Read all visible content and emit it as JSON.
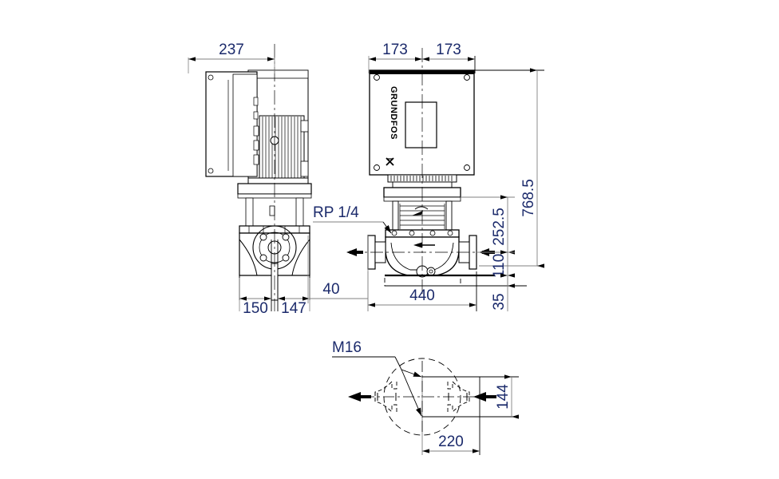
{
  "drawing": {
    "title": "Grundfos inline pump outline dimension drawing",
    "units": "mm",
    "text_color": "#1b2a6b",
    "line_color": "#000000",
    "thin_line_color": "#808080",
    "background": "#ffffff",
    "brand": "GRUNDFOS"
  },
  "views": {
    "side": {
      "name": "side-view",
      "label": ""
    },
    "front": {
      "name": "front-view",
      "label": ""
    },
    "detail": {
      "name": "base-detail-view",
      "label": ""
    }
  },
  "dimensions": {
    "side_top_width": "237",
    "front_half_left": "173",
    "front_half_right": "173",
    "overall_height": "768.5",
    "motor_to_centerline": "252.5",
    "centerline_to_base": "110",
    "base_height": "35",
    "side_base_left": "150",
    "side_base_right": "147",
    "flange_offset": "40",
    "front_overall_width": "440",
    "base_bolt_spacing_width": "220",
    "base_bolt_spacing_height": "144"
  },
  "annotations": {
    "priming_port": "RP 1/4",
    "bolt_thread": "M16"
  }
}
